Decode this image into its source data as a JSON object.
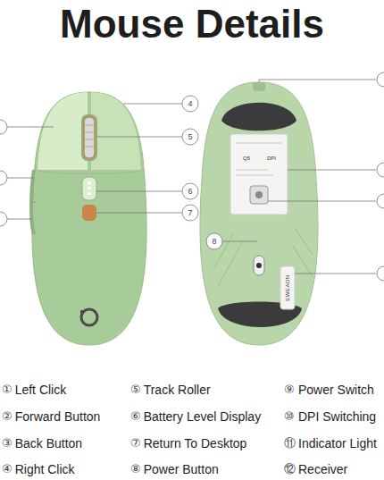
{
  "diagram": {
    "title": "Mouse Details",
    "labels": [
      "4",
      "5",
      "6",
      "7",
      "8",
      "Q5",
      "DPI",
      "EWEADN",
      "①",
      "Left Click",
      "②",
      "Forward Button",
      "③",
      "Back Button",
      "④",
      "Right Click",
      "⑤",
      "Track Roller",
      "⑥",
      "Battery Level Display",
      "⑦",
      "Return To Desktop",
      "⑧",
      "Power Button",
      "⑨",
      "Power Switch",
      "⑩",
      "DPI Switching",
      "⑪",
      "Indicator Light",
      "⑫",
      "Receiver"
    ]
  }
}
